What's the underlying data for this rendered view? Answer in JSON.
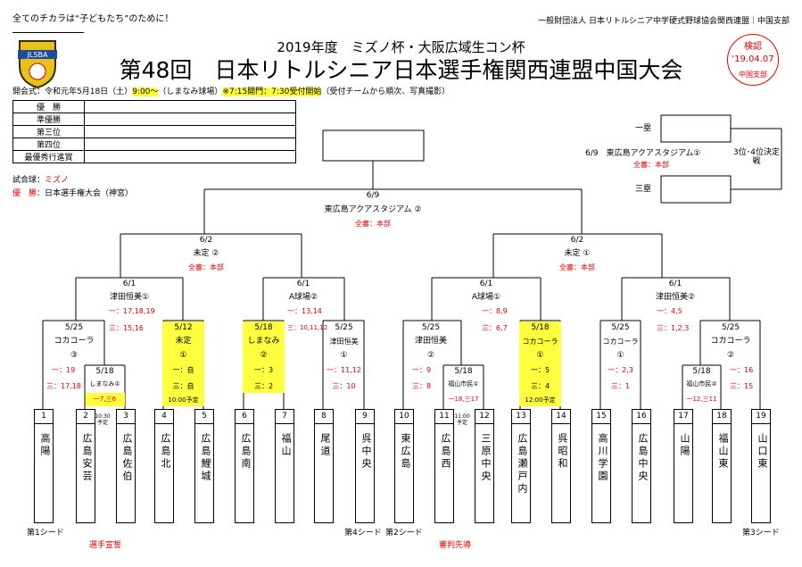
{
  "header": {
    "slogan": "全てのチカラは“子どもたち”のために！",
    "org": "一般財団法人 日本リトルシニア中学硬式野球協会関西連盟｜中国支部",
    "subtitle": "2019年度　ミズノ杯・大阪広域生コン杯",
    "title": "第48回　日本リトルシニア日本選手権関西連盟中国大会",
    "logo_text": "JLSBA",
    "stamp": {
      "l1": "検認",
      "l2": "'19.04.07",
      "l3": "中国支部"
    }
  },
  "opening": {
    "prefix": "開会式：令和元年5月18日（土）",
    "time": "9:00〜",
    "venue": "（しまなみ球場）",
    "gate": "※7:15開門：7:30受付開始",
    "suffix": "（受付チームから順次、写真撮影）"
  },
  "results": [
    {
      "label": "優　勝",
      "value": ""
    },
    {
      "label": "準優勝",
      "value": ""
    },
    {
      "label": "第三位",
      "value": ""
    },
    {
      "label": "第四位",
      "value": ""
    },
    {
      "label": "最優秀行進賞",
      "value": ""
    }
  ],
  "ball": {
    "label": "試合球：",
    "value": "ミズノ"
  },
  "winner": {
    "label": "優　勝：",
    "value": "日本選手権大会（神宮）"
  },
  "third_place": {
    "ichi": "一塁",
    "san": "三塁",
    "date_venue": "6/9　東広島アクアスタジアム①",
    "umpire": "全審：本部",
    "match": "3位･4位決定戦"
  },
  "final": {
    "date": "6/9",
    "venue": "東広島アクアスタジアム ②",
    "umpire": "全審：本部"
  },
  "semis": [
    {
      "date": "6/2",
      "venue": "未定 ②",
      "umpire": "全審：本部"
    },
    {
      "date": "6/2",
      "venue": "未定 ①",
      "umpire": "全審：本部"
    }
  ],
  "quarters": [
    {
      "date": "6/1",
      "venue": "津田恒美①",
      "u1": "一：17,18,19",
      "u3": "三：15,16"
    },
    {
      "date": "6/1",
      "venue": "A球場②",
      "u1": "一：13,14",
      "u3": "三：10,11,12"
    },
    {
      "date": "6/1",
      "venue": "A球場①",
      "u1": "一：8,9",
      "u3": "三：6,7"
    },
    {
      "date": "6/1",
      "venue": "津田恒美②",
      "u1": "一：4,5",
      "u3": "三：1,2,3"
    }
  ],
  "r2": [
    {
      "date": "5/25",
      "venue": "コカコーラ",
      "num": "③",
      "u1": "一：19",
      "u3": "三：17,18"
    },
    {
      "date": "5/12",
      "venue": "未定",
      "num": "①",
      "u1": "一：自",
      "u3": "三：自",
      "note": "10:00予定"
    },
    {
      "date": "5/18",
      "venue": "しまなみ",
      "num": "②",
      "u1": "一：3",
      "u3": "三：2"
    },
    {
      "date": "5/25",
      "venue": "津田恒美",
      "num": "①",
      "u1": "一：11,12",
      "u3": "三：10"
    },
    {
      "date": "5/25",
      "venue": "津田恒美",
      "num": "②",
      "u1": "一：9",
      "u3": "三：8"
    },
    {
      "date": "5/18",
      "venue": "コカコーラ",
      "num": "①",
      "u1": "一：5",
      "u3": "三：4",
      "note": "12:00予定"
    },
    {
      "date": "5/25",
      "venue": "コカコーラ",
      "num": "①",
      "u1": "一：2,3",
      "u3": "三：1"
    },
    {
      "date": "5/25",
      "venue": "コカコーラ",
      "num": "②",
      "u1": "一：16",
      "u3": "三：15"
    }
  ],
  "r1": [
    {
      "date": "5/18",
      "venue": "しまなみ①",
      "ump": "一7,三6",
      "time": "10:30予定"
    },
    {
      "date": "5/18",
      "venue": "福山市民①",
      "ump": "一18,三17",
      "time": "11:00予定"
    },
    {
      "date": "5/18",
      "venue": "福山市民②",
      "ump": "一12,三11",
      "time": ""
    }
  ],
  "teams": [
    {
      "num": "1",
      "name": "高陽"
    },
    {
      "num": "2",
      "name": "広島安芸"
    },
    {
      "num": "3",
      "name": "広島佐伯"
    },
    {
      "num": "4",
      "name": "広島北"
    },
    {
      "num": "5",
      "name": "広島鯉城"
    },
    {
      "num": "6",
      "name": "広島南"
    },
    {
      "num": "7",
      "name": "福山"
    },
    {
      "num": "8",
      "name": "尾道"
    },
    {
      "num": "9",
      "name": "呉中央"
    },
    {
      "num": "10",
      "name": "東広島"
    },
    {
      "num": "11",
      "name": "広島西"
    },
    {
      "num": "12",
      "name": "三原中央"
    },
    {
      "num": "13",
      "name": "広島瀬戸内"
    },
    {
      "num": "14",
      "name": "呉昭和"
    },
    {
      "num": "15",
      "name": "高川学園"
    },
    {
      "num": "16",
      "name": "広島中央"
    },
    {
      "num": "17",
      "name": "山陽"
    },
    {
      "num": "18",
      "name": "福山東"
    },
    {
      "num": "19",
      "name": "山口東"
    }
  ],
  "seeds": {
    "s1": "第1シード",
    "s4": "第4シード",
    "s2": "第2シード",
    "s3": "第3シード"
  },
  "duties": {
    "senshu": "選手宣誓",
    "shinpan": "審判先導"
  }
}
